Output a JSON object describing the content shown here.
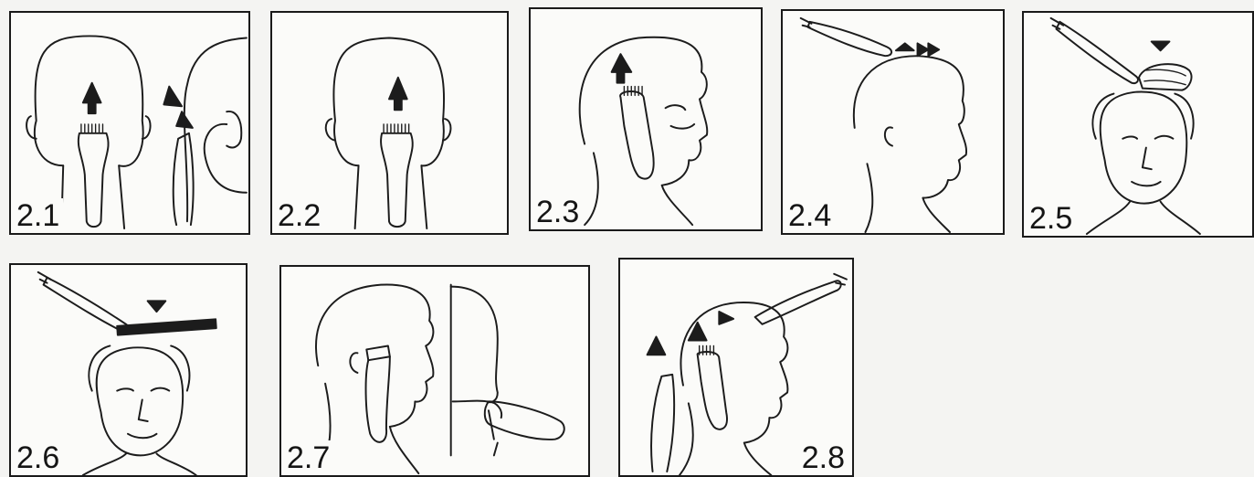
{
  "figures": [
    {
      "id": "p21",
      "label": "2.1"
    },
    {
      "id": "p22",
      "label": "2.2"
    },
    {
      "id": "p23",
      "label": "2.3"
    },
    {
      "id": "p24",
      "label": "2.4"
    },
    {
      "id": "p25",
      "label": "2.5"
    },
    {
      "id": "p26",
      "label": "2.6"
    },
    {
      "id": "p27",
      "label": "2.7"
    },
    {
      "id": "p28",
      "label": "2.8"
    }
  ]
}
